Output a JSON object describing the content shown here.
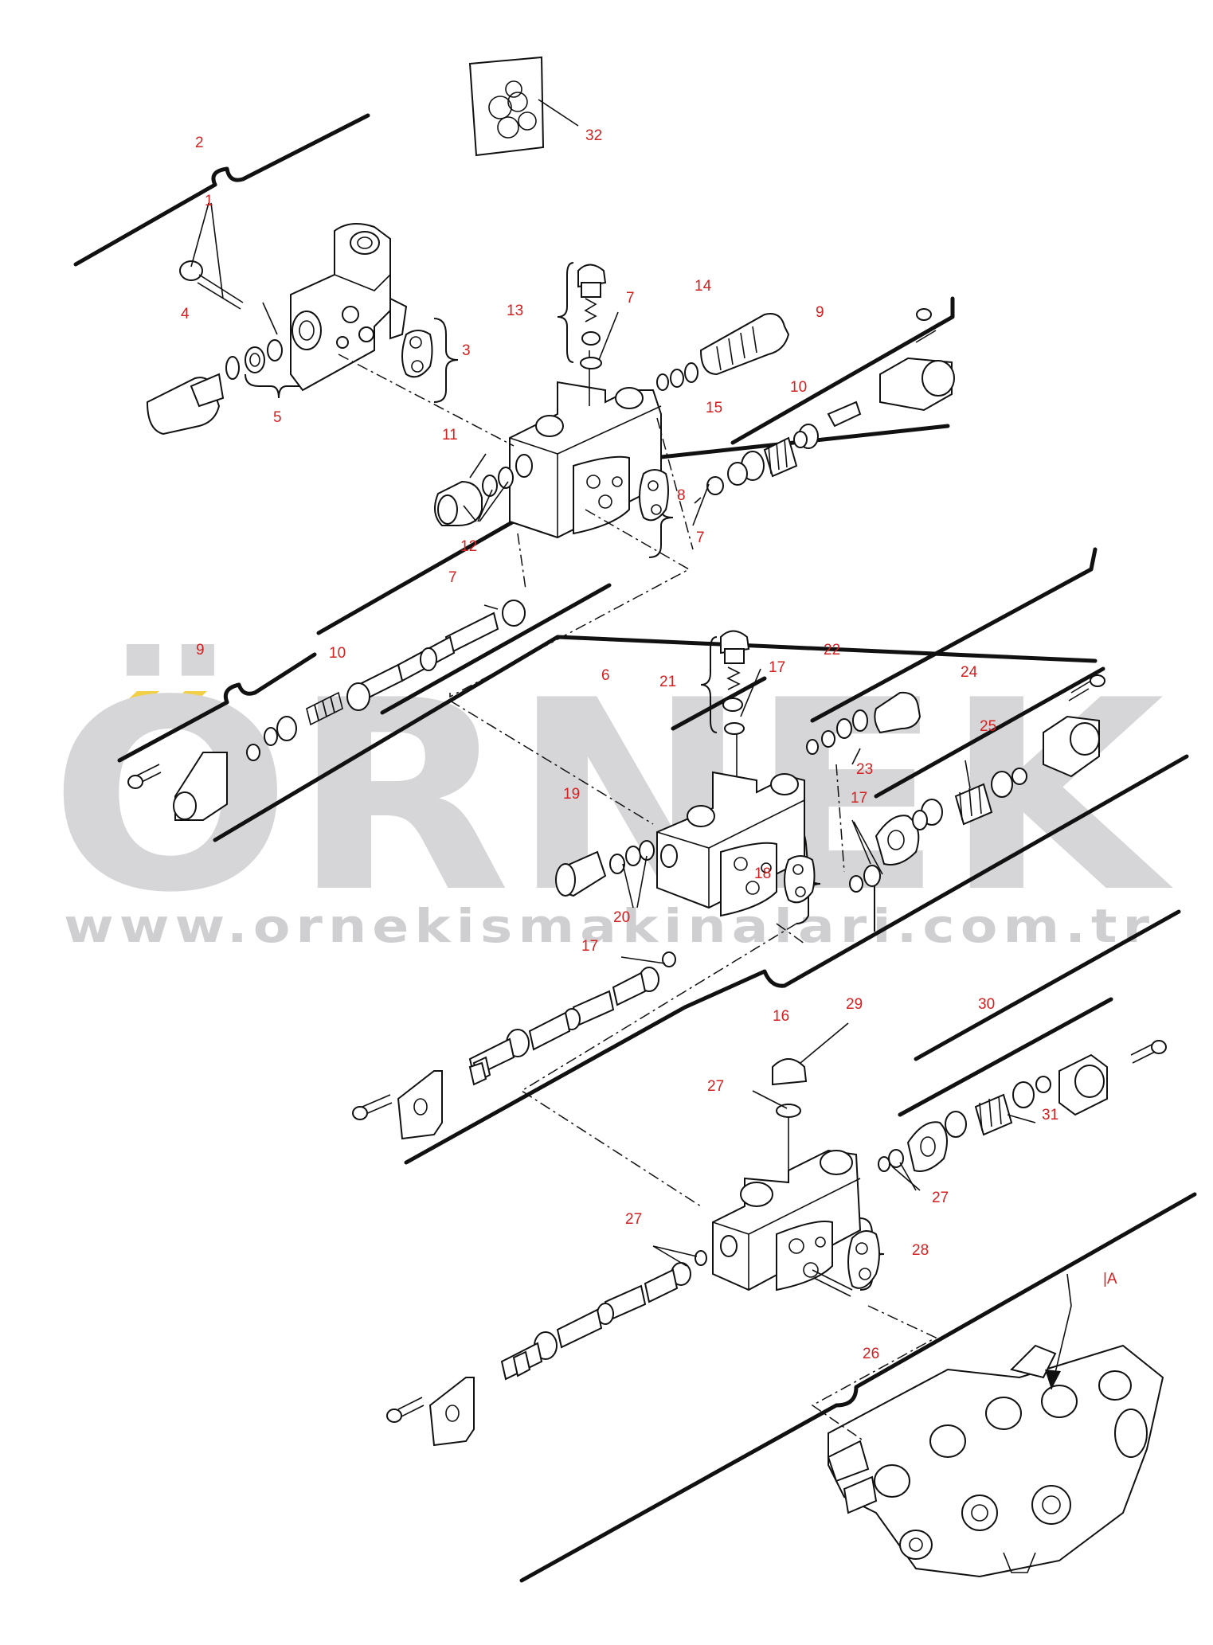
{
  "watermark": {
    "brand": "ÖRNEK",
    "url": "www.ornekismakinalari.com.tr",
    "accent": "#f2d046",
    "grey": "#d6d6d9"
  },
  "colors": {
    "label": "#d32020",
    "line": "#111111"
  },
  "callouts": {
    "c1": "1",
    "c2": "2",
    "c3": "3",
    "c4": "4",
    "c5": "5",
    "c6": "6",
    "c7a": "7",
    "c7b": "7",
    "c7c": "7",
    "c8": "8",
    "c9a": "9",
    "c9b": "9",
    "c10a": "10",
    "c10b": "10",
    "c11": "11",
    "c12": "12",
    "c13": "13",
    "c14": "14",
    "c15": "15",
    "c16": "16",
    "c17a": "17",
    "c17b": "17",
    "c17c": "17",
    "c18": "18",
    "c19": "19",
    "c20": "20",
    "c21": "21",
    "c22": "22",
    "c23": "23",
    "c24": "24",
    "c25": "25",
    "c26": "26",
    "c27a": "27",
    "c27b": "27",
    "c27c": "27",
    "c28": "28",
    "c29": "29",
    "c30": "30",
    "c31": "31",
    "c32": "32",
    "cA": "|A"
  }
}
